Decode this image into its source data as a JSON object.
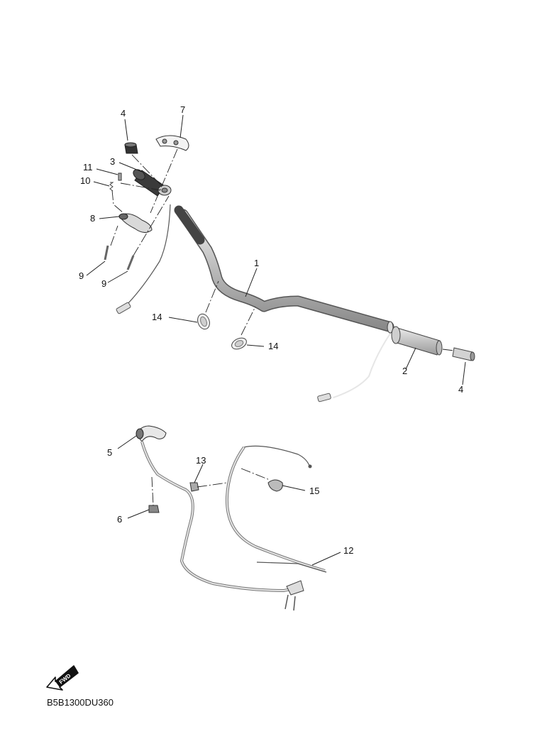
{
  "diagram": {
    "code": "B5B1300DU360",
    "fwd_label": "FWD"
  },
  "callouts": {
    "c1": "1",
    "c2": "2",
    "c3": "3",
    "c4a": "4",
    "c4b": "4",
    "c5": "5",
    "c6": "6",
    "c7": "7",
    "c8": "8",
    "c9a": "9",
    "c9b": "9",
    "c10": "10",
    "c11": "11",
    "c12": "12",
    "c13": "13",
    "c14a": "14",
    "c14b": "14",
    "c15": "15"
  }
}
